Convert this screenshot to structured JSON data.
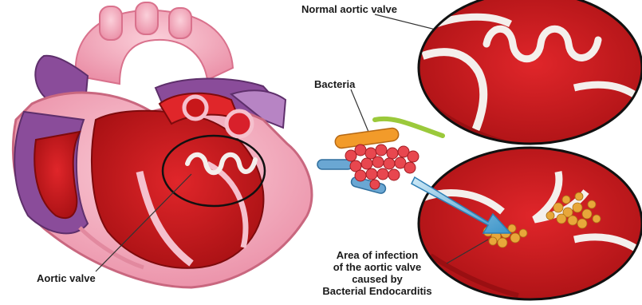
{
  "labels": {
    "normal_aortic_valve": "Normal aortic valve",
    "bacteria": "Bacteria",
    "aortic_valve": "Aortic valve",
    "infection_line1": "Area of infection",
    "infection_line2": "of the aortic valve",
    "infection_line3": "caused by",
    "infection_line4": "Bacterial Endocarditis"
  },
  "colors": {
    "myocardium_red": "#c8171a",
    "dark_red": "#9a0f12",
    "pink_vessel": "#f2a6bb",
    "purple_vessel": "#8a4c9a",
    "valve_white": "#f4efec",
    "bacteria_orange": "#f29b2a",
    "bacteria_green": "#9bc93b",
    "bacteria_blue": "#6aa7d3",
    "vegetation_yellow": "#e8a73a",
    "arrow_blue": "#5fb3dd"
  }
}
